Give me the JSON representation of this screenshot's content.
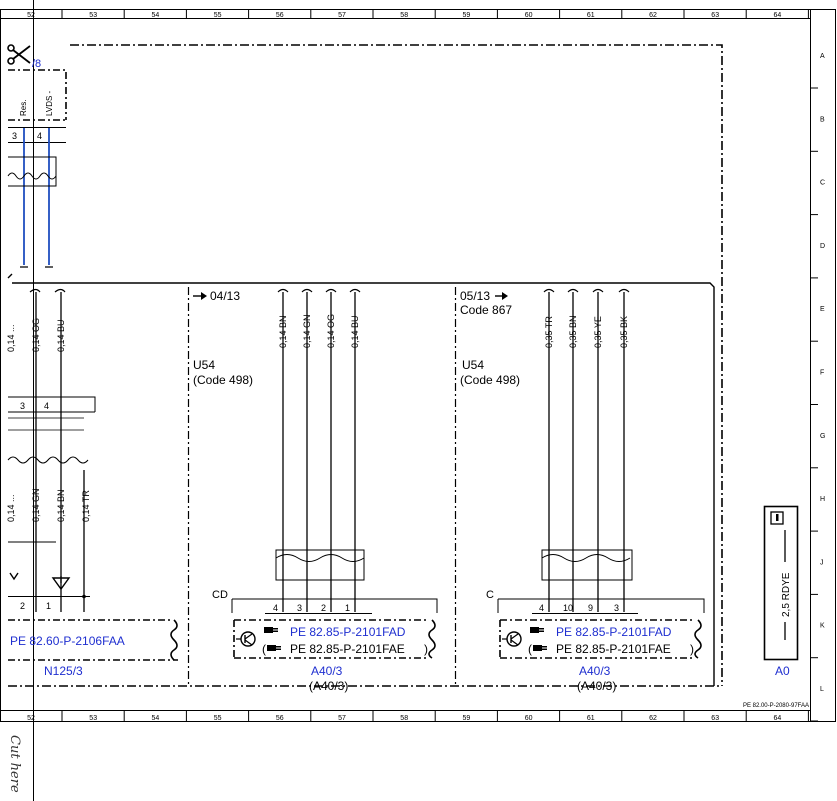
{
  "frame": {
    "columns": [
      "52",
      "53",
      "54",
      "55",
      "56",
      "57",
      "58",
      "59",
      "60",
      "61",
      "62",
      "63",
      "64"
    ],
    "rows": [
      "A",
      "B",
      "C",
      "D",
      "E",
      "F",
      "G",
      "H",
      "J",
      "K",
      "L"
    ],
    "document_id": "PE 82.00-P-2080-97FAA"
  },
  "cut_here": "Cut here",
  "top_left": {
    "connector_label": "/8",
    "pin_labels": [
      "Res.",
      "LVDS -"
    ],
    "pin_numbers": [
      "3",
      "4"
    ]
  },
  "left_section": {
    "upper_wires": [
      "0,14 OG",
      "0,14 BU"
    ],
    "upper_wire_partial": "0,14 ...",
    "lower_wires": [
      "0,14 GN",
      "0,14 BN",
      "0,14 TR"
    ],
    "lower_wire_partial": "0,14 ...",
    "mid_pins": [
      "3",
      "4"
    ],
    "bottom_pins": [
      "2",
      "1"
    ],
    "reference": "PE 82.60-P-2106FAA",
    "component": "N125/3"
  },
  "middle_section": {
    "arrow_ref": "04/13",
    "variant": "U54",
    "code": "(Code 498)",
    "wires": [
      "0,14 BN",
      "0,14 GN",
      "0,14 OG",
      "0,14 BU"
    ],
    "connector": "CD",
    "pins": [
      "4",
      "3",
      "2",
      "1"
    ],
    "ref_primary": "PE 82.85-P-2101FAD",
    "ref_secondary": "PE 82.85-P-2101FAE",
    "ref_secondary_open": "(",
    "ref_secondary_close": ")",
    "component": "A40/3",
    "component_alt": "(A40/3)"
  },
  "right_section": {
    "arrow_ref": "05/13",
    "code_top": "Code 867",
    "variant": "U54",
    "code": "(Code 498)",
    "wires": [
      "0,35 TR",
      "0,35 BN",
      "0,35 YE",
      "0,35 BK"
    ],
    "connector": "C",
    "pins": [
      "4",
      "10",
      "9",
      "3"
    ],
    "ref_primary": "PE 82.85-P-2101FAD",
    "ref_secondary": "PE 82.85-P-2101FAE",
    "ref_secondary_open": "(",
    "ref_secondary_close": ")",
    "component": "A40/3",
    "component_alt": "(A40/3)"
  },
  "ground_box": {
    "wire": "2,5 RDYE",
    "component": "A0"
  },
  "colors": {
    "link_blue": "#1f2fd0",
    "wire_blue": "#1f4fc0",
    "line": "#000000"
  },
  "icons": [
    "scissors-icon",
    "info-icon",
    "arrow-right-icon",
    "ground-icon",
    "connector-plug-icon",
    "transistor-symbol-icon"
  ]
}
